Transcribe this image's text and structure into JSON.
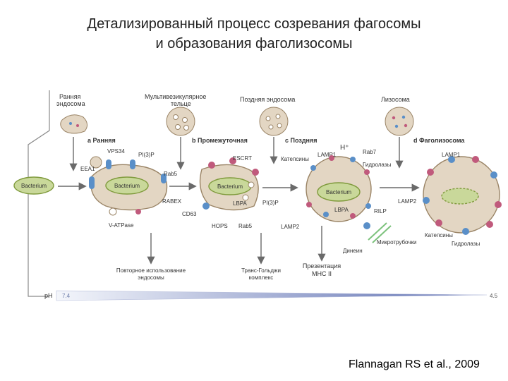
{
  "slide": {
    "title_line1": "Детализированный процесс созревания фагосомы",
    "title_line2": "и образования фаголизосомы",
    "citation": "Flannagan RS et al., 2009"
  },
  "diagram": {
    "top_labels": {
      "early_endosome": [
        "Ранняя",
        "эндосома"
      ],
      "mvb": [
        "Мультивезикулярное",
        "тельце"
      ],
      "late_endosome": "Поздняя эндосома",
      "lysosome": "Лизосома"
    },
    "stages": {
      "a": "a Ранняя",
      "b": "b Промежуточная",
      "c": "c Поздняя",
      "d": "d Фаголизосома"
    },
    "bacterium": "Bacterium",
    "labels": {
      "vps34": "VPS34",
      "pi3p_a": "PI(3)P",
      "eea1": "EEA1",
      "rab5_a": "Rab5",
      "rabex": "RABEX",
      "vatpase": "V-ATPase",
      "escrt": "ESCRT",
      "pi3p_b": "PI(3)P",
      "lbpa_b": "LBPA",
      "cd63": "CD63",
      "hops": "HOPS",
      "rab5_b": "Rab5",
      "cathepsins_c": "Катепсины",
      "lamp1_c": "LAMP1",
      "h_plus": "H⁺",
      "rab7": "Rab7",
      "hydrolases_c": "Гидролазы",
      "lbpa_c": "LBPA",
      "rilp": "RILP",
      "lamp2_c": "LAMP2",
      "lamp1_d": "LAMP1",
      "lamp2_d": "LAMP2",
      "cathepsins_d": "Катепсины",
      "hydrolases_d": "Гидролазы",
      "dynein": "Динеин",
      "microtubules": "Микротрубочки"
    },
    "bottom_labels": {
      "recycling": [
        "Повторное использование",
        "эндосомы"
      ],
      "trans_golgi": [
        "Транс-Гольджи",
        "комплекс"
      ],
      "presentation": [
        "Презентация",
        "MHC II"
      ]
    },
    "ph": {
      "label": "pH",
      "start": "7.4",
      "end": "4.5"
    },
    "colors": {
      "bacterium": "#c9d89a",
      "bacterium_stroke": "#7f9a3c",
      "membrane": "#d9c8b0",
      "membrane_stroke": "#9a8466",
      "arrow": "#6a6a6a",
      "receptor_blue": "#5a8fc8",
      "marker_pink": "#c05a7c",
      "ph_start": "#f4f6fb",
      "ph_end": "#5a6cb0",
      "frame": "#8a8a8a"
    }
  }
}
